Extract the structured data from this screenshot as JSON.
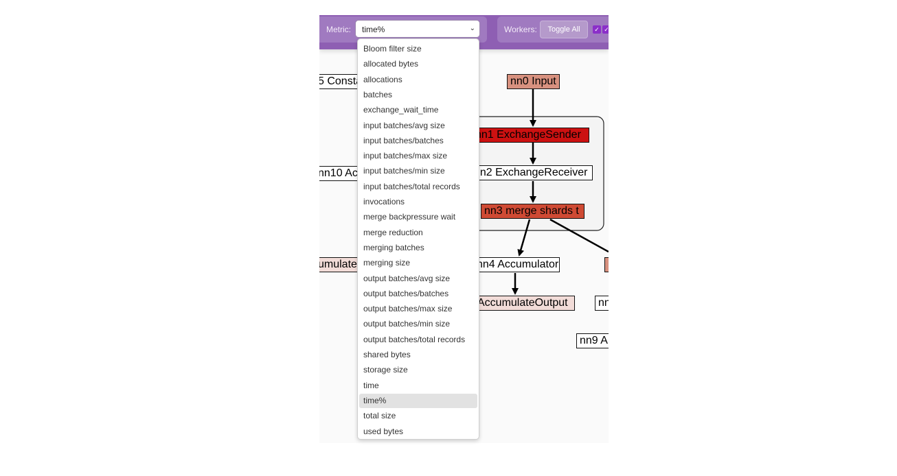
{
  "toolbar": {
    "metric_label": "Metric:",
    "metric_value": "time%",
    "workers_label": "Workers:",
    "toggle_all_label": "Toggle All"
  },
  "graph": {
    "nodes": {
      "nn0": "nn0 Input",
      "nn1": "nn1 ExchangeSender",
      "nn2": "nn2 ExchangeReceiver",
      "nn3": "nn3 merge shards  t",
      "nn4": "nn4 Accumulator",
      "nn5": "AccumulateOutput",
      "nn9": "nn9 A",
      "partial_const": "5 Consta",
      "partial_nn10": "nn10 Ac",
      "partial_acc": "umulate",
      "partial_nn": "nn"
    }
  },
  "dropdown": {
    "options": [
      "Bloom filter size",
      "allocated bytes",
      "allocations",
      "batches",
      "exchange_wait_time",
      "input batches/avg size",
      "input batches/batches",
      "input batches/max size",
      "input batches/min size",
      "input batches/total records",
      "invocations",
      "merge backpressure wait",
      "merge reduction",
      "merging batches",
      "merging size",
      "output batches/avg size",
      "output batches/batches",
      "output batches/max size",
      "output batches/min size",
      "output batches/total records",
      "shared bytes",
      "storage size",
      "time",
      "time%",
      "total size",
      "used bytes"
    ],
    "selected": "time%"
  },
  "colors": {
    "toolbar_bg": "#8e5fb3",
    "node_hot": "#cc1111",
    "node_warm": "#cf4a34",
    "node_light": "#d8917f",
    "node_faint": "#f2dcd8"
  }
}
